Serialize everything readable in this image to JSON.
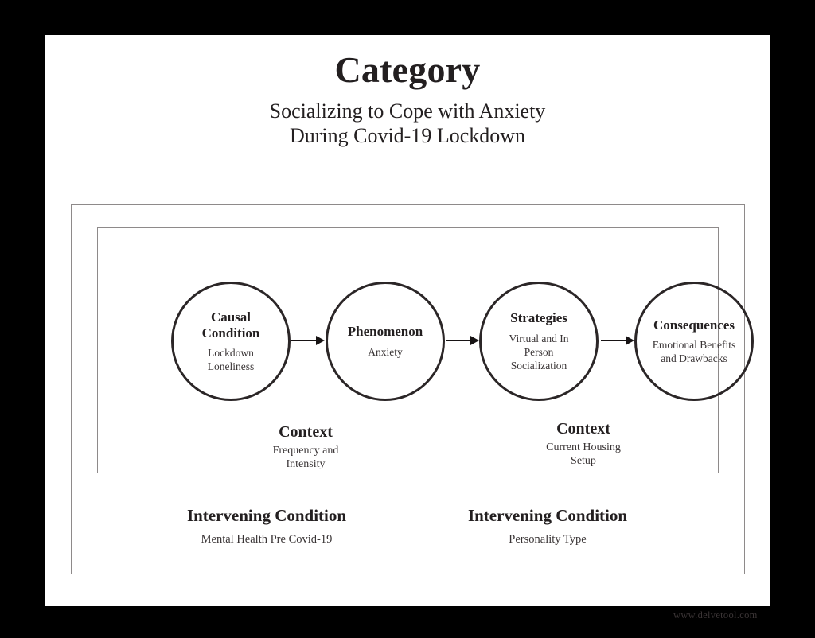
{
  "watermark": "www.delvetool.com",
  "heading": {
    "title": "Category",
    "subtitle": "Socializing to Cope with Anxiety\nDuring Covid-19 Lockdown"
  },
  "flow": {
    "nodes": [
      {
        "title": "Causal\nCondition",
        "sub": "Lockdown\nLoneliness"
      },
      {
        "title": "Phenomenon",
        "sub": "Anxiety"
      },
      {
        "title": "Strategies",
        "sub": "Virtual and In\nPerson\nSocialization"
      },
      {
        "title": "Consequences",
        "sub": "Emotional Benefits\nand Drawbacks"
      }
    ],
    "arrows": [
      {
        "label": "arrow-causal-to-phenomenon"
      },
      {
        "label": "arrow-phenomenon-to-strategies"
      },
      {
        "label": "arrow-strategies-to-consequences"
      }
    ]
  },
  "contexts": [
    {
      "title": "Context",
      "sub": "Frequency and\nIntensity"
    },
    {
      "title": "Context",
      "sub": "Current Housing\nSetup"
    }
  ],
  "intervening_conditions": [
    {
      "title": "Intervening Condition",
      "sub": "Mental Health Pre Covid-19"
    },
    {
      "title": "Intervening Condition",
      "sub": "Personality Type"
    }
  ],
  "colors": {
    "page_background": "#ffffff",
    "canvas_background": "#000000",
    "text": "#231f20",
    "frame_border": "#8e8a8a",
    "circle_border": "#2b2627"
  }
}
